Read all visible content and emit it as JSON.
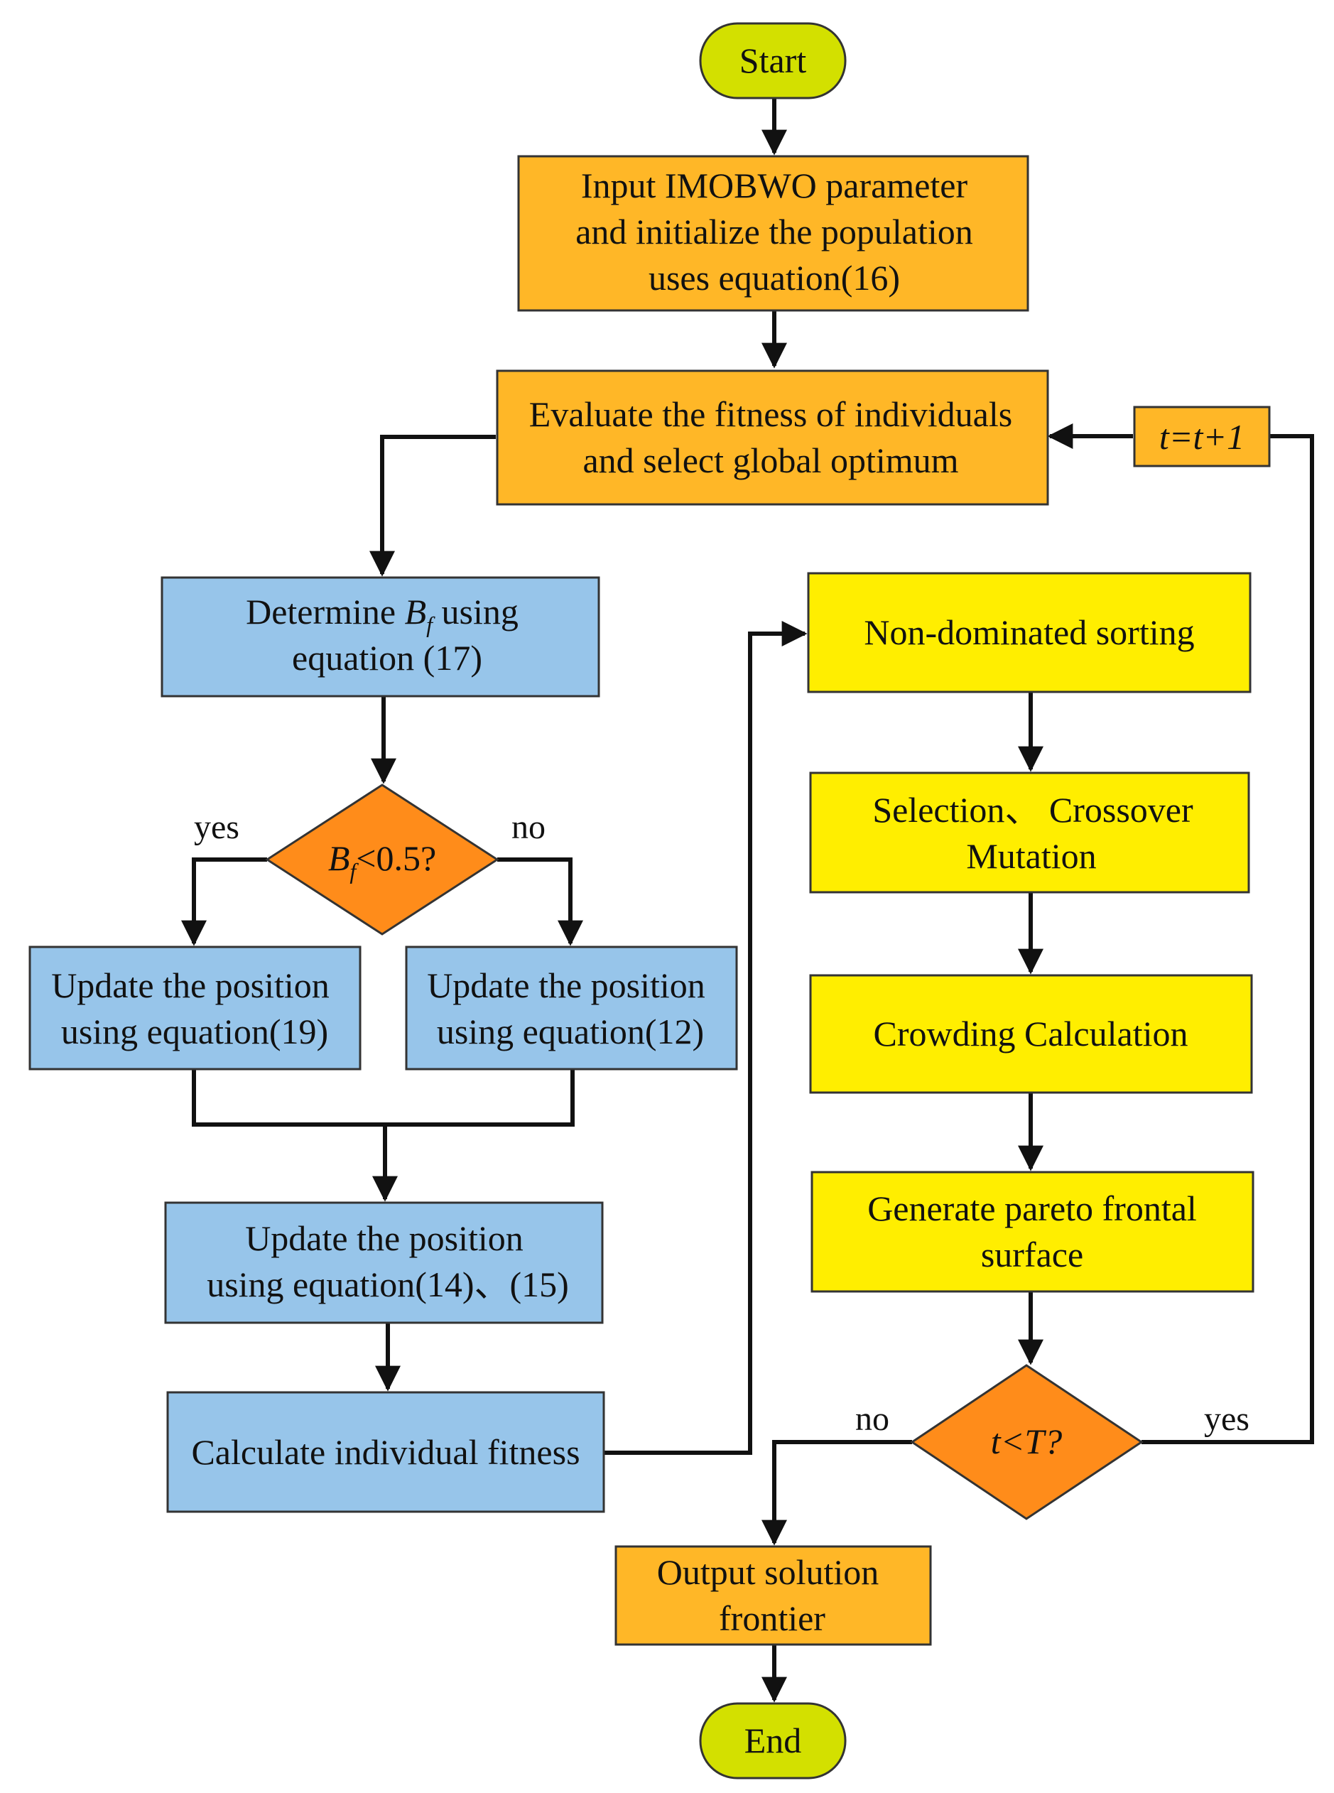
{
  "colors": {
    "terminal": "#d3e000",
    "orange_process": "#ffb727",
    "yellow_process": "#ffee00",
    "blue_process": "#97c5ea",
    "decision": "#ff8c1a",
    "line": "#111111"
  },
  "nodes": {
    "start": {
      "label": "Start"
    },
    "input": {
      "lines": [
        "Input IMOBWO parameter",
        "and  initialize the population",
        "uses equation(16)"
      ]
    },
    "evaluate": {
      "lines": [
        "Evaluate the fitness of individuals",
        "and select global optimum"
      ]
    },
    "increment": {
      "label": "t=t+1"
    },
    "determine": {
      "line1_prefix": "Determine ",
      "line1_var": "B",
      "line1_sub": "f",
      "line1_suffix": " using",
      "line2": "equation (17)"
    },
    "decision_bf": {
      "var": "B",
      "sub": "f",
      "rest": "<0.5?"
    },
    "update19": {
      "lines": [
        "Update the position",
        "using equation(19)"
      ]
    },
    "update12": {
      "lines": [
        "Update the position",
        "using equation(12)"
      ]
    },
    "update1415": {
      "lines": [
        "Update the position",
        "using equation(14)、(15)"
      ]
    },
    "calc_fitness": {
      "label": "Calculate individual fitness"
    },
    "nondominated": {
      "label": "Non-dominated sorting"
    },
    "selection": {
      "lines": [
        "Selection、 Crossover",
        "Mutation"
      ]
    },
    "crowding": {
      "label": "Crowding Calculation"
    },
    "pareto": {
      "lines": [
        "Generate pareto frontal",
        "surface"
      ]
    },
    "decision_t": {
      "label": "t<T?"
    },
    "output": {
      "lines": [
        "Output solution",
        "frontier"
      ]
    },
    "end": {
      "label": "End"
    }
  },
  "edge_labels": {
    "bf_yes": "yes",
    "bf_no": "no",
    "t_no": "no",
    "t_yes": "yes"
  }
}
